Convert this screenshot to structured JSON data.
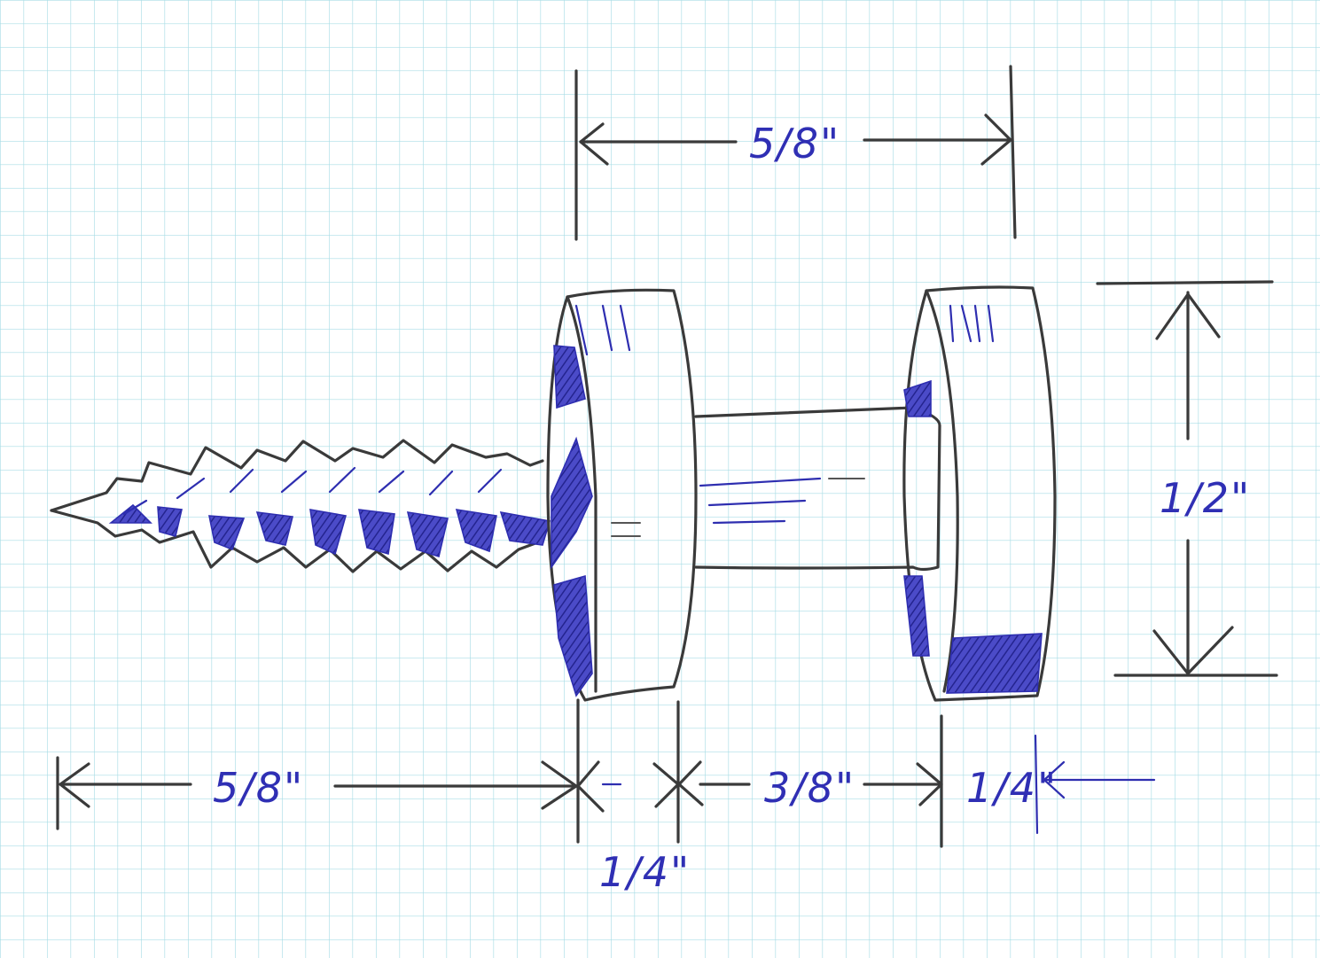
{
  "dimensions": {
    "top_overall": "5/8\"",
    "height": "1/2\"",
    "screw_length": "5/8\"",
    "head_thickness": "1/4\"",
    "shaft_length": "3/8\"",
    "knob_thickness": "1/4\""
  },
  "colors": {
    "grid": "#a9dde6",
    "pencil": "#3a3a3a",
    "ink": "#2e2eb0"
  }
}
